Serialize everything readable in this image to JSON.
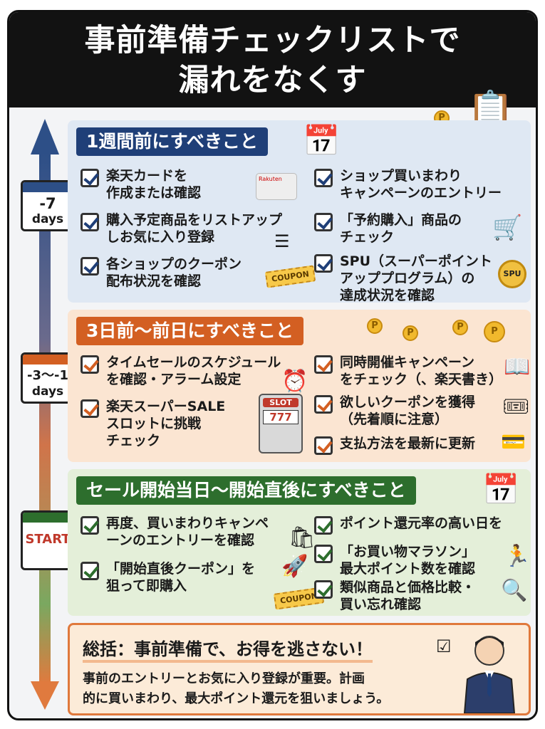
{
  "title": {
    "line1": "事前準備チェックリストで",
    "line2": "漏れをなくす"
  },
  "timeline": {
    "markers": [
      {
        "label": "-7",
        "sub": "days",
        "color": "#2d4f87"
      },
      {
        "label": "-3〜-1",
        "sub": "days",
        "color": "#d35f22"
      },
      {
        "label": "START",
        "sub": "",
        "color": "#2d6e2d"
      }
    ]
  },
  "sections": [
    {
      "heading": "1週間前にすべきこと",
      "color": "#1f3f78",
      "items": [
        "楽天カードを\n作成または確認",
        "購入予定商品をリストアップ\nしお気に入り登録",
        "各ショップのクーポン\n配布状況を確認",
        "ショップ買いまわり\nキャンペーンのエントリー",
        "「予約購入」商品の\nチェック",
        "SPU（スーパーポイント\nアッププログラム）の\n達成状況を確認"
      ]
    },
    {
      "heading": "3日前〜前日にすべきこと",
      "color": "#d35f22",
      "items": [
        "タイムセールのスケジュール\nを確認・アラーム設定",
        "楽天スーパーSALE\nスロットに挑戦\nチェック",
        "同時開催キャンペーン\nをチェック（、楽天書き）",
        "欲しいクーポンを獲得\n（先着順に注意）",
        "支払方法を最新に更新"
      ]
    },
    {
      "heading": "セール開始当日〜開始直後にすべきこと",
      "color": "#2d6e2d",
      "items": [
        "再度、買いまわりキャンペ\nーンのエントリーを確認",
        "「開始直後クーポン」を\n狙って即購入",
        "ポイント還元率の高い日を",
        "「お買い物マラソン」\n最大ポイント数を確認",
        "類似商品と価格比較・\n買い忘れ確認"
      ]
    }
  ],
  "decor": {
    "card_brand": "Rakuten",
    "coupon": "COUPON",
    "slot": "SLOT",
    "slot_digits": "777",
    "spu": "SPU",
    "coin": "P"
  },
  "summary": {
    "title": "総括：事前準備で、お得を逃さない！",
    "body": "事前のエントリーとお気に入り登録が重要。計画\n的に買いまわり、最大ポイント還元を狙いましょう。"
  }
}
